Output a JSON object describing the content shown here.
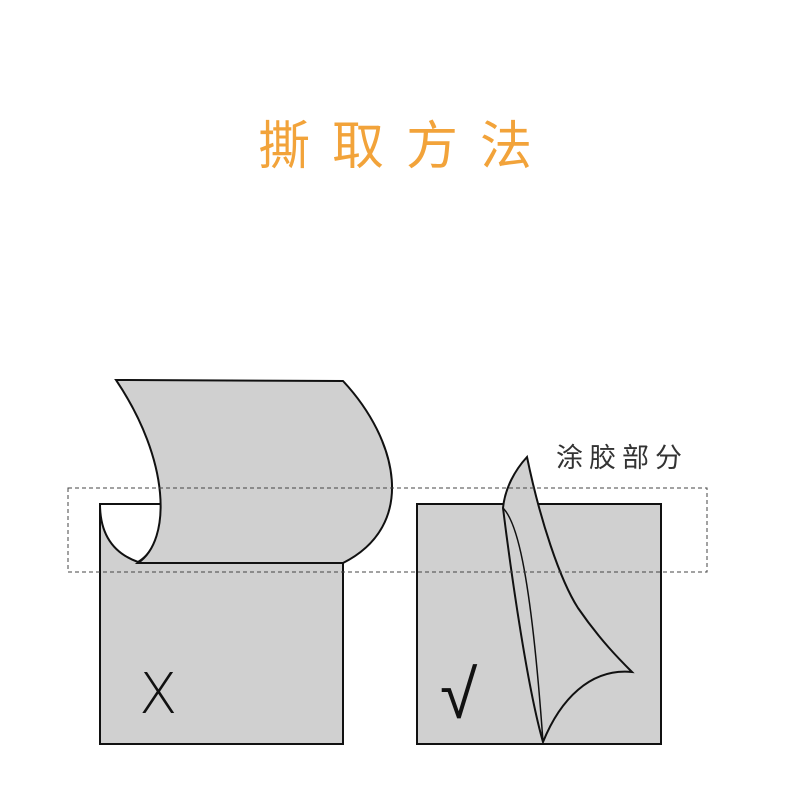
{
  "title": "撕取方法",
  "glue_label": "涂胶部分",
  "marks": {
    "wrong": "X",
    "right": "√"
  },
  "colors": {
    "title": "#F2A33A",
    "sheet_fill": "#D0D0D0",
    "stroke": "#111111",
    "dashed": "#444444"
  }
}
